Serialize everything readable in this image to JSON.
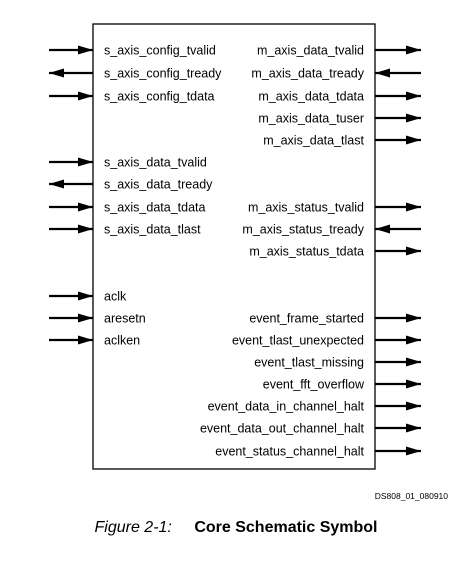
{
  "left_pins": [
    {
      "label": "s_axis_config_tvalid",
      "dir": "in"
    },
    {
      "label": "s_axis_config_tready",
      "dir": "out"
    },
    {
      "label": "s_axis_config_tdata",
      "dir": "in"
    },
    {
      "label": "s_axis_data_tvalid",
      "dir": "in"
    },
    {
      "label": "s_axis_data_tready",
      "dir": "out"
    },
    {
      "label": "s_axis_data_tdata",
      "dir": "in"
    },
    {
      "label": "s_axis_data_tlast",
      "dir": "in"
    },
    {
      "label": "aclk",
      "dir": "in"
    },
    {
      "label": "aresetn",
      "dir": "in"
    },
    {
      "label": "aclken",
      "dir": "in"
    }
  ],
  "right_pins": [
    {
      "label": "m_axis_data_tvalid",
      "dir": "out"
    },
    {
      "label": "m_axis_data_tready",
      "dir": "in"
    },
    {
      "label": "m_axis_data_tdata",
      "dir": "out"
    },
    {
      "label": "m_axis_data_tuser",
      "dir": "out"
    },
    {
      "label": "m_axis_data_tlast",
      "dir": "out"
    },
    {
      "label": "m_axis_status_tvalid",
      "dir": "out"
    },
    {
      "label": "m_axis_status_tready",
      "dir": "in"
    },
    {
      "label": "m_axis_status_tdata",
      "dir": "out"
    },
    {
      "label": "event_frame_started",
      "dir": "out"
    },
    {
      "label": "event_tlast_unexpected",
      "dir": "out"
    },
    {
      "label": "event_tlast_missing",
      "dir": "out"
    },
    {
      "label": "event_fft_overflow",
      "dir": "out"
    },
    {
      "label": "event_data_in_channel_halt",
      "dir": "out"
    },
    {
      "label": "event_data_out_channel_halt",
      "dir": "out"
    },
    {
      "label": "event_status_channel_halt",
      "dir": "out"
    }
  ],
  "doc_id": "DS808_01_080910",
  "caption": {
    "number": "Figure 2-1:",
    "title": "Core Schematic Symbol"
  }
}
